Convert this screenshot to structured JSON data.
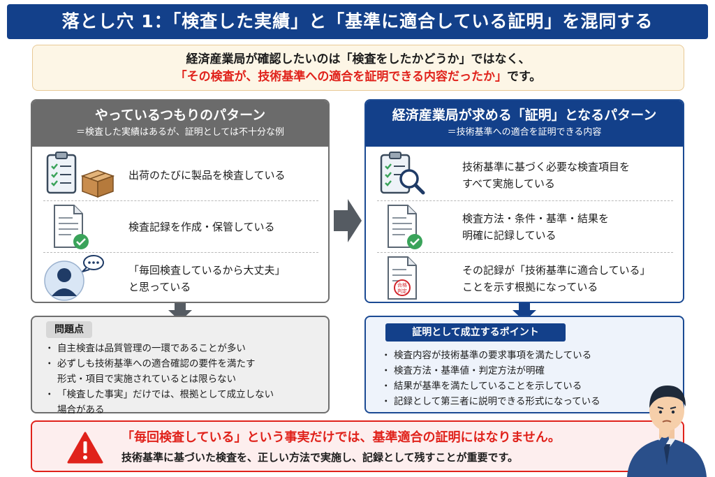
{
  "title": "落とし穴 1：「検査した実績」と「基準に適合している証明」を混同する",
  "intro": {
    "line1": "経済産業局が確認したいのは「検査をしたかどうか」ではなく、",
    "line2_red": "「その検査が、技術基準への適合を証明できる内容だったか」",
    "line2_tail": "です。"
  },
  "left_panel": {
    "title": "やっているつもりのパターン",
    "subtitle": "＝検査した実績はあるが、証明としては不十分な例",
    "items": [
      {
        "text": "出荷のたびに製品を検査している",
        "icons": [
          "clipboard-checklist-icon",
          "cardboard-box-icon"
        ]
      },
      {
        "text": "検査記録を作成・保管している",
        "icons": [
          "document-check-icon"
        ]
      },
      {
        "text_line1": "「毎回検査しているから大丈夫」",
        "text_line2": "と思っている",
        "icons": [
          "person-thinking-speech-icon"
        ]
      }
    ]
  },
  "right_panel": {
    "title": "経済産業局が求める「証明」となるパターン",
    "subtitle": "＝技術基準への適合を証明できる内容",
    "items": [
      {
        "text_line1": "技術基準に基づく必要な検査項目を",
        "text_line2": "すべて実施している",
        "icons": [
          "clipboard-magnifier-icon"
        ]
      },
      {
        "text_line1": "検査方法・条件・基準・結果を",
        "text_line2": "明確に記録している",
        "icons": [
          "document-check-icon"
        ]
      },
      {
        "text_line1": "その記録が「技術基準に適合している」",
        "text_line2": "ことを示す根拠になっている",
        "icons": [
          "document-stamp-icon"
        ]
      }
    ],
    "stamp_text_1": "合格",
    "stamp_text_2": "判定"
  },
  "problems": {
    "label": "問題点",
    "items": [
      "自主検査は品質管理の一環であることが多い",
      "必ずしも技術基準への適合確認の要件を満たす",
      "形式・項目で実施されているとは限らない",
      "「検査した事実」だけでは、根拠として成立しない",
      "場合がある"
    ]
  },
  "points": {
    "label": "証明として成立するポイント",
    "items": [
      "検査内容が技術基準の要求事項を満たしている",
      "検査方法・基準値・判定方法が明確",
      "結果が基準を満たしていることを示している",
      "記録として第三者に説明できる形式になっている"
    ]
  },
  "warning": {
    "line1": "「毎回検査している」という事実だけでは、基準適合の証明にはなりません。",
    "line2": "技術基準に基づいた検査を、正しい方法で実施し、記録として残すことが重要です。"
  },
  "colors": {
    "navy": "#13408a",
    "gray": "#6b6b6b",
    "red": "#e0221b",
    "green": "#3aa35a",
    "cream": "#fdf6e6"
  }
}
